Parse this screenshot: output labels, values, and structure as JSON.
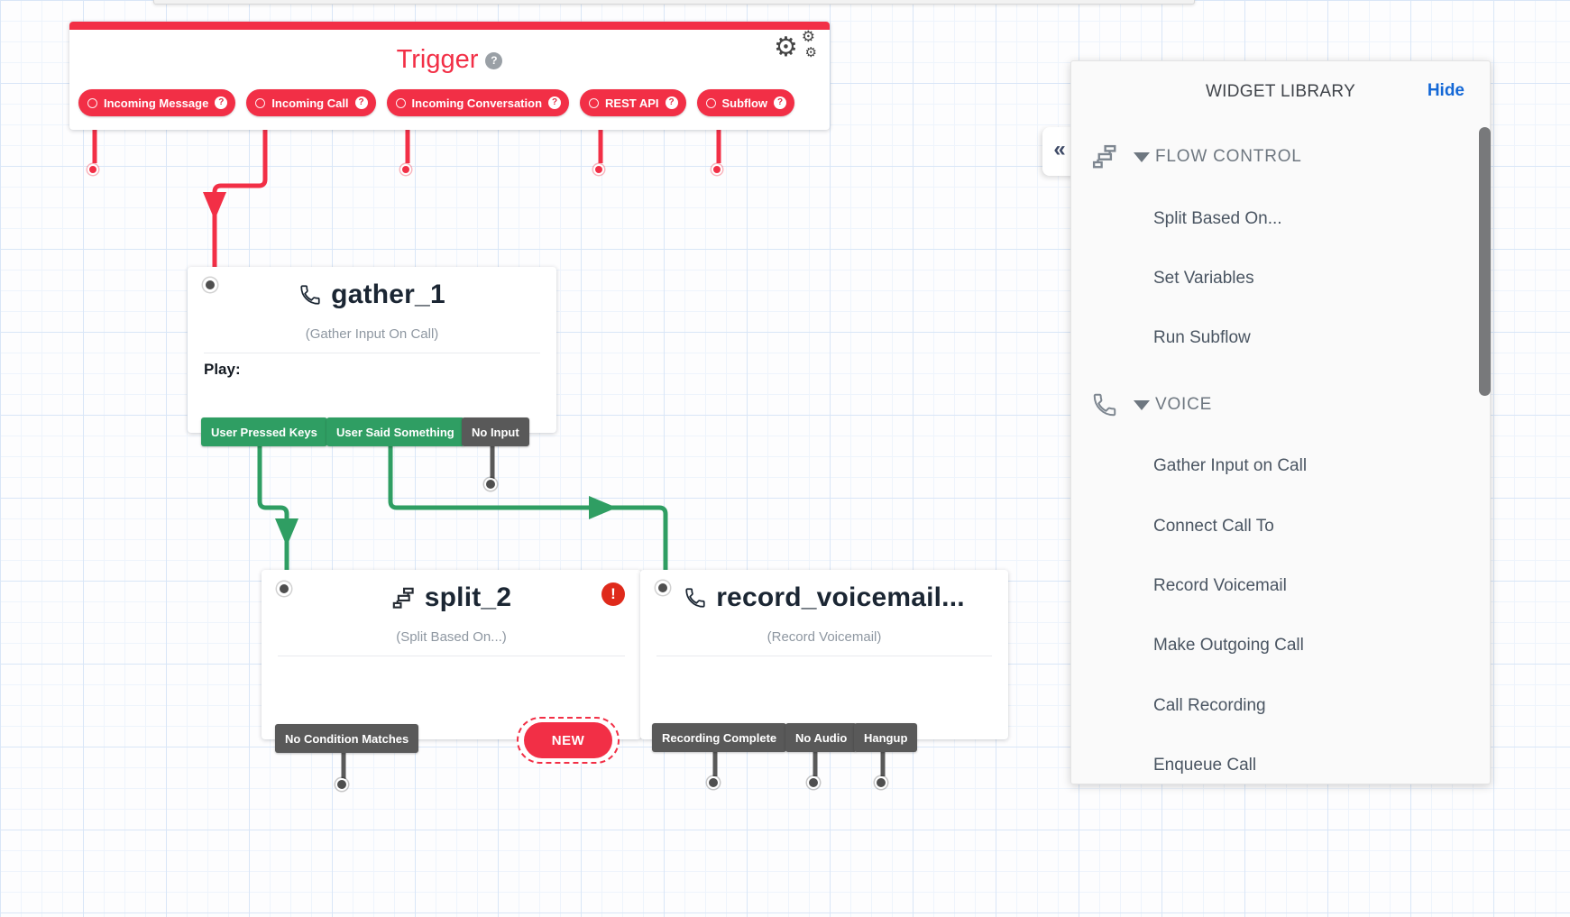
{
  "icons": {
    "gear": "⚙",
    "collapse": "«",
    "help": "?",
    "error": "!"
  },
  "colors": {
    "brand_red": "#f22f46",
    "transition_green": "#2f9e63",
    "transition_gray": "#595959",
    "link_blue": "#1468d6",
    "error_red": "#df2a1b"
  },
  "trigger": {
    "title": "Trigger",
    "pills": [
      {
        "label": "Incoming Message"
      },
      {
        "label": "Incoming Call"
      },
      {
        "label": "Incoming Conversation"
      },
      {
        "label": "REST API"
      },
      {
        "label": "Subflow"
      }
    ]
  },
  "widgets": {
    "gather": {
      "name": "gather_1",
      "type_label": "(Gather Input On Call)",
      "body_label": "Play:",
      "transitions": [
        {
          "label": "User Pressed Keys"
        },
        {
          "label": "User Said Something"
        },
        {
          "label": "No Input"
        }
      ]
    },
    "split": {
      "name": "split_2",
      "type_label": "(Split Based On...)",
      "new_label": "NEW",
      "transitions": [
        {
          "label": "No Condition Matches"
        }
      ]
    },
    "record": {
      "name": "record_voicemail...",
      "type_label": "(Record Voicemail)",
      "transitions": [
        {
          "label": "Recording Complete"
        },
        {
          "label": "No Audio"
        },
        {
          "label": "Hangup"
        }
      ]
    }
  },
  "library": {
    "title": "WIDGET LIBRARY",
    "hide_label": "Hide",
    "sections": [
      {
        "header": "FLOW CONTROL",
        "items": [
          {
            "label": "Split Based On..."
          },
          {
            "label": "Set Variables"
          },
          {
            "label": "Run Subflow"
          }
        ]
      },
      {
        "header": "VOICE",
        "items": [
          {
            "label": "Gather Input on Call"
          },
          {
            "label": "Connect Call To"
          },
          {
            "label": "Record Voicemail"
          },
          {
            "label": "Make Outgoing Call"
          },
          {
            "label": "Call Recording"
          },
          {
            "label": "Enqueue Call"
          }
        ]
      }
    ]
  }
}
